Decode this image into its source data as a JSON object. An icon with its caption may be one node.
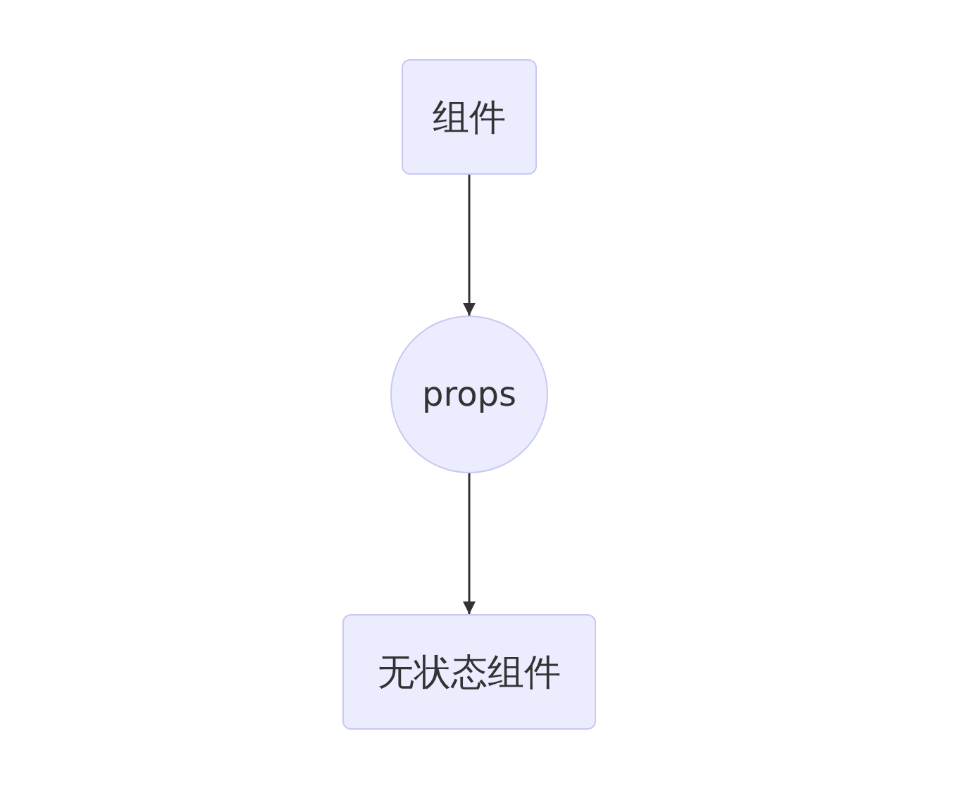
{
  "diagram": {
    "nodes": [
      {
        "text": [
          "组件"
        ]
      },
      {
        "text": [
          "props"
        ]
      },
      {
        "text": [
          "无状态组件"
        ]
      }
    ],
    "edges": [
      {
        "from": 0,
        "to": 1,
        "arrow": "to"
      },
      {
        "from": 1,
        "to": 2,
        "arrow": "to"
      }
    ]
  }
}
